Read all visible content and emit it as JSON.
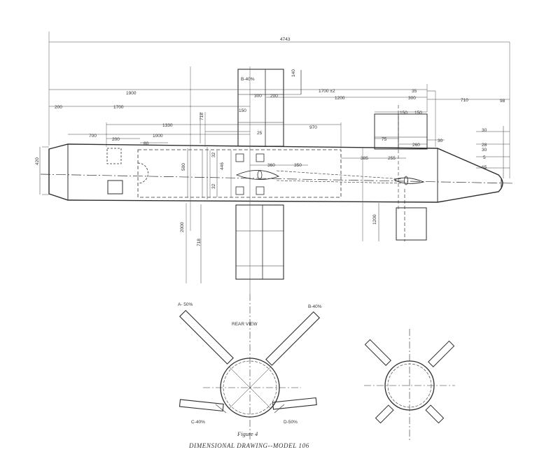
{
  "figure": {
    "label": "Figure 4",
    "title": "DIMENSIONAL DRAWING--MODEL 106",
    "rear_view_label": "REAR   VIEW"
  },
  "fin_labels": {
    "b_top": "B-40%",
    "a_rear": "A- 50%",
    "b_rear": "B-40%",
    "c_rear": "C-40%",
    "d_rear": "D-50%"
  },
  "dimensions": {
    "overall_length": "4743",
    "d_1900": "1900",
    "d_1700_tol": "1700 ±2",
    "d_35": "35",
    "d_710": "710",
    "d_98": "98",
    "d_300a": "300",
    "d_200a": "200",
    "d_1200": "1200",
    "d_300b": "300",
    "d_140": "140",
    "d_200b": "200",
    "d_1700": "1700",
    "d_150a": "150",
    "d_718a": "718",
    "d_150b": "150",
    "d_150c": "150",
    "d_1330": "1330",
    "d_970": "970",
    "d_700": "700",
    "d_1000": "1000",
    "d_25": "25",
    "d_200c": "200",
    "d_80": "80",
    "d_75": "75",
    "d_260": "260",
    "d_30a": "30",
    "d_30b": "30",
    "d_28": "28",
    "d_5": "5",
    "d_30c": "30",
    "d_65": "65",
    "d_420": "420",
    "d_500": "500",
    "d_32a": "32",
    "d_446": "446",
    "d_32b": "32",
    "d_360": "360",
    "d_350": "350",
    "d_385": "385",
    "d_255": "255",
    "d_2000": "2000",
    "d_718b": "718",
    "d_1200b": "1200"
  }
}
